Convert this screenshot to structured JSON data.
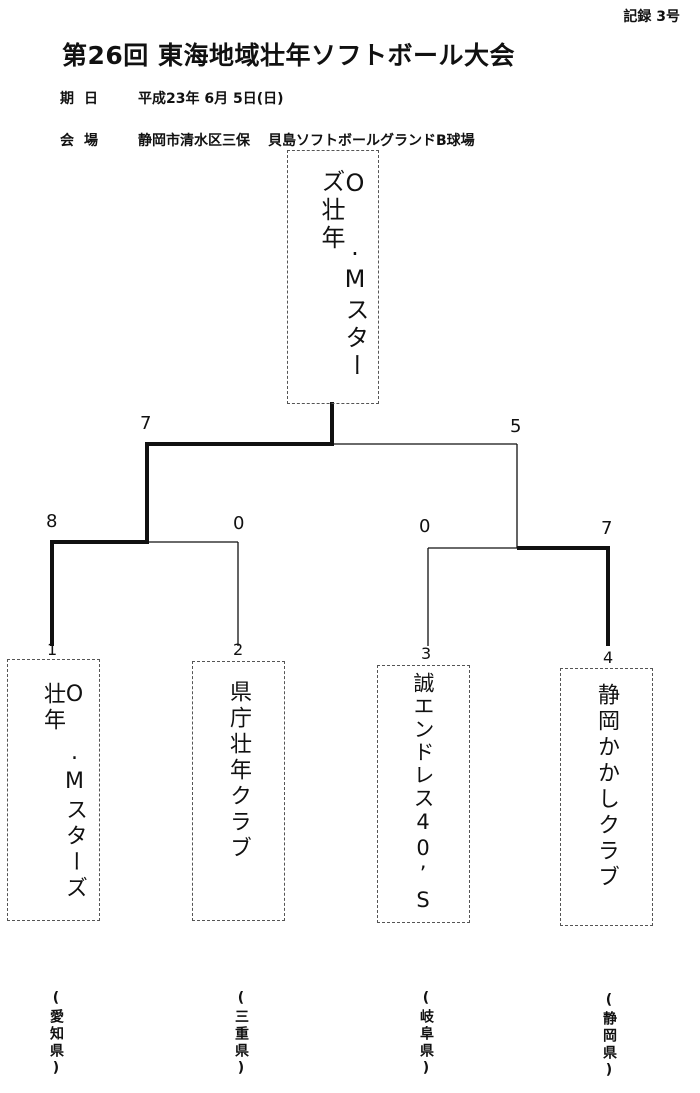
{
  "header": {
    "record_number": "記録 3号",
    "title": "第26回 東海地域壮年ソフトボール大会",
    "date_label": "期日",
    "date_value": "平成23年 6月 5日(日)",
    "venue_label": "会場",
    "venue_location": "静岡市清水区三保",
    "venue_ground": "貝島ソフトボールグランドB球場"
  },
  "champion": {
    "name": "O .Mスターズ壮年"
  },
  "final": {
    "left_score": "7",
    "right_score": "5"
  },
  "semifinals": [
    {
      "left_score": "8",
      "right_score": "0"
    },
    {
      "left_score": "0",
      "right_score": "7"
    }
  ],
  "teams": [
    {
      "seed": "1",
      "name": "O .Mスターズ壮年",
      "prefecture": "(愛知県)"
    },
    {
      "seed": "2",
      "name": "県庁壮年クラブ",
      "prefecture": "(三重県)"
    },
    {
      "seed": "3",
      "name": "誠エンドレス40’S",
      "prefecture": "(岐阜県)"
    },
    {
      "seed": "4",
      "name": "静岡かかしクラブ",
      "prefecture": "(静岡県)"
    }
  ]
}
